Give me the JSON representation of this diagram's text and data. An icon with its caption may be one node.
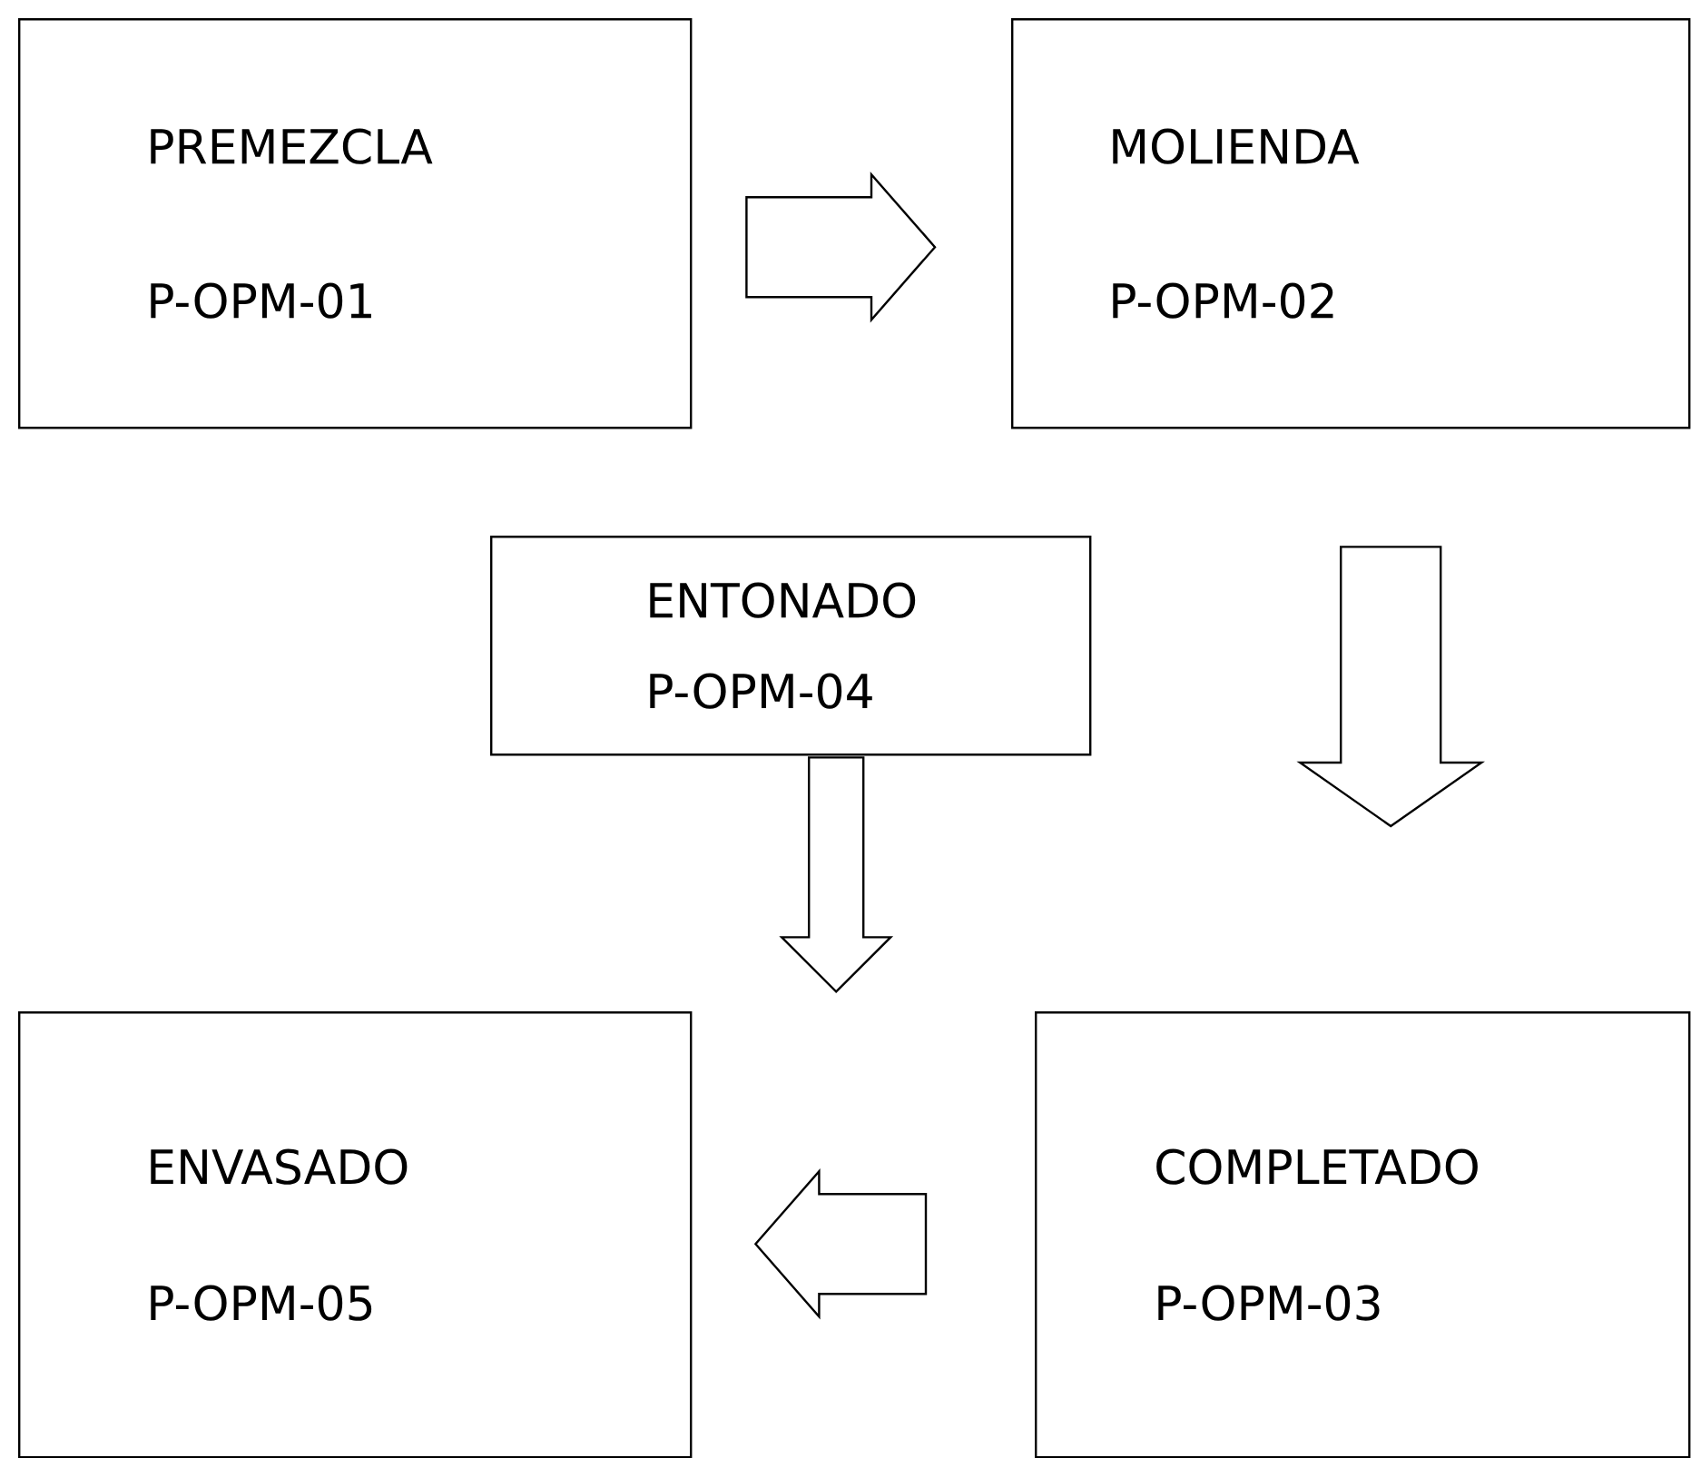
{
  "diagram": {
    "nodes": [
      {
        "text": [
          "PREMEZCLA",
          "P-OPM-01"
        ]
      },
      {
        "text": [
          "MOLIENDA",
          "P-OPM-02"
        ]
      },
      {
        "text": [
          "ENTONADO",
          "P-OPM-04"
        ]
      },
      {
        "text": [
          "ENVASADO",
          "P-OPM-05"
        ]
      },
      {
        "text": [
          "COMPLETADO",
          "P-OPM-03"
        ]
      }
    ],
    "edges": [
      {
        "from": 0,
        "to": 1,
        "arrow": "to"
      },
      {
        "from": 1,
        "to": 4,
        "arrow": "to"
      },
      {
        "from": 2,
        "to": null,
        "arrow": "to"
      },
      {
        "from": 4,
        "to": 3,
        "arrow": "to"
      }
    ]
  }
}
